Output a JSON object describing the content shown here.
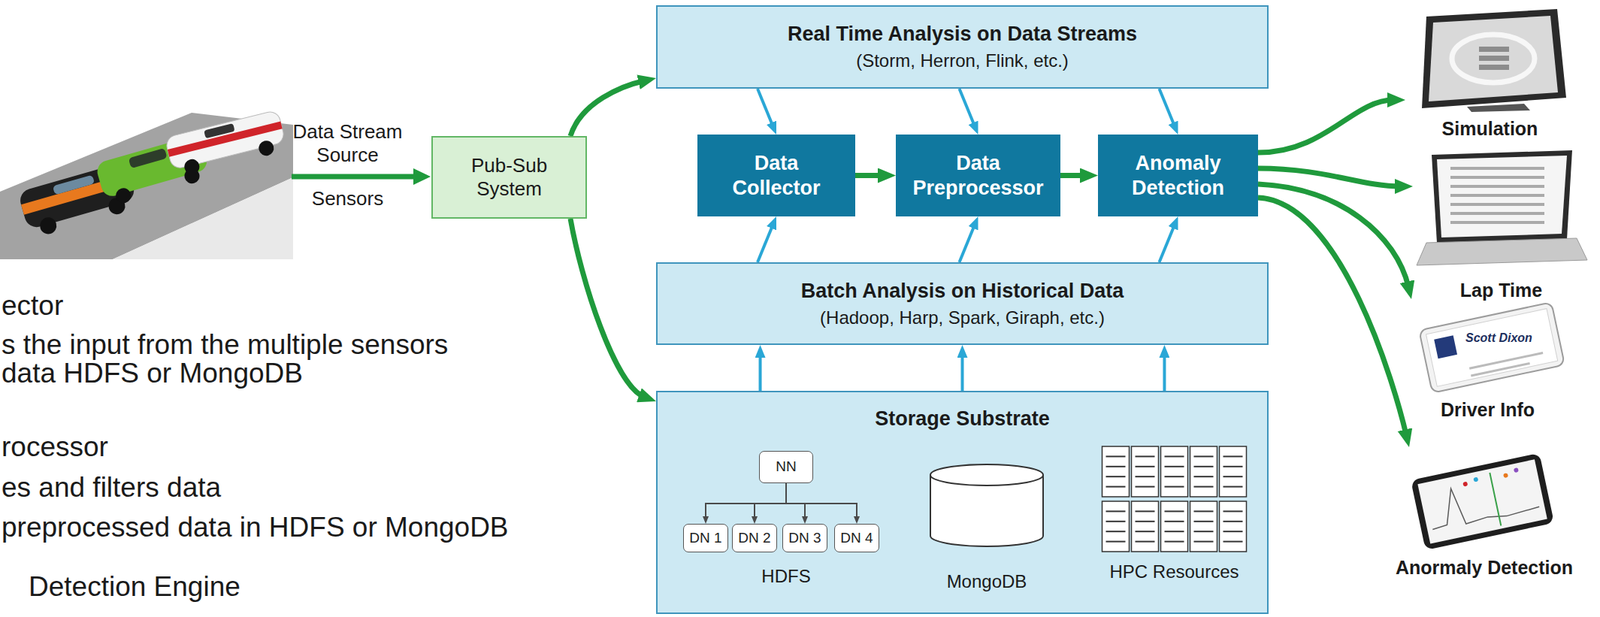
{
  "diagram": {
    "nodes": [
      {
        "text": [
          "Pub-Sub System"
        ]
      },
      {
        "text": [
          "Real Time Analysis on Data Streams",
          "(Storm, Herron, Flink, etc.)"
        ]
      },
      {
        "text": [
          "Data Collector"
        ]
      },
      {
        "text": [
          "Data Preprocessor"
        ]
      },
      {
        "text": [
          "Anomaly Detection"
        ]
      },
      {
        "text": [
          "Batch Analysis on Historical Data",
          "(Hadoop, Harp, Spark, Giraph, etc.)"
        ]
      },
      {
        "text": [
          "Storage Substrate"
        ]
      },
      {
        "text": [
          "NN"
        ],
        "in": 6
      },
      {
        "text": [
          "DN 1"
        ],
        "in": 6
      },
      {
        "text": [
          "DN 2"
        ],
        "in": 6
      },
      {
        "text": [
          "DN 3"
        ],
        "in": 6
      },
      {
        "text": [
          "DN 4"
        ],
        "in": 6
      },
      {
        "text": [
          "MongoDB"
        ],
        "in": 6
      },
      {
        "text": [
          "HPC Resources"
        ],
        "in": 6
      },
      {
        "text": [
          "Simulation"
        ]
      },
      {
        "text": [
          "Lap Time"
        ]
      },
      {
        "text": [
          "Driver Info"
        ]
      },
      {
        "text": [
          "Anormaly Detection"
        ]
      }
    ],
    "edges": [
      {
        "from": 0,
        "to": 1,
        "arrow": "to"
      },
      {
        "from": 0,
        "to": 6,
        "arrow": "to"
      },
      {
        "from": 1,
        "to": 2,
        "arrow": "to"
      },
      {
        "from": 1,
        "to": 3,
        "arrow": "to"
      },
      {
        "from": 1,
        "to": 4,
        "arrow": "to"
      },
      {
        "from": 2,
        "to": 3,
        "arrow": "to"
      },
      {
        "from": 3,
        "to": 4,
        "arrow": "to"
      },
      {
        "from": 5,
        "to": 2,
        "arrow": "to"
      },
      {
        "from": 5,
        "to": 3,
        "arrow": "to"
      },
      {
        "from": 5,
        "to": 4,
        "arrow": "to"
      },
      {
        "from": 6,
        "to": 5,
        "arrow": "to"
      },
      {
        "from": 6,
        "to": 5,
        "arrow": "to"
      },
      {
        "from": 6,
        "to": 5,
        "arrow": "to"
      },
      {
        "from": 7,
        "to": 8,
        "arrow": "to"
      },
      {
        "from": 7,
        "to": 9,
        "arrow": "to"
      },
      {
        "from": 7,
        "to": 10,
        "arrow": "to"
      },
      {
        "from": 7,
        "to": 11,
        "arrow": "to"
      },
      {
        "from": 4,
        "to": 14,
        "arrow": "to"
      },
      {
        "from": 4,
        "to": 15,
        "arrow": "to"
      },
      {
        "from": 4,
        "to": 16,
        "arrow": "to"
      },
      {
        "from": 4,
        "to": 17,
        "arrow": "to"
      }
    ],
    "labels": [
      "Data Stream Source",
      "Sensors",
      "HDFS",
      "Scott Dixon",
      "ector",
      "s the input from the multiple sensors",
      "data HDFS or MongoDB",
      "rocessor",
      "es and filters data",
      "preprocessed data in HDFS or MongoDB",
      "Detection Engine"
    ]
  }
}
